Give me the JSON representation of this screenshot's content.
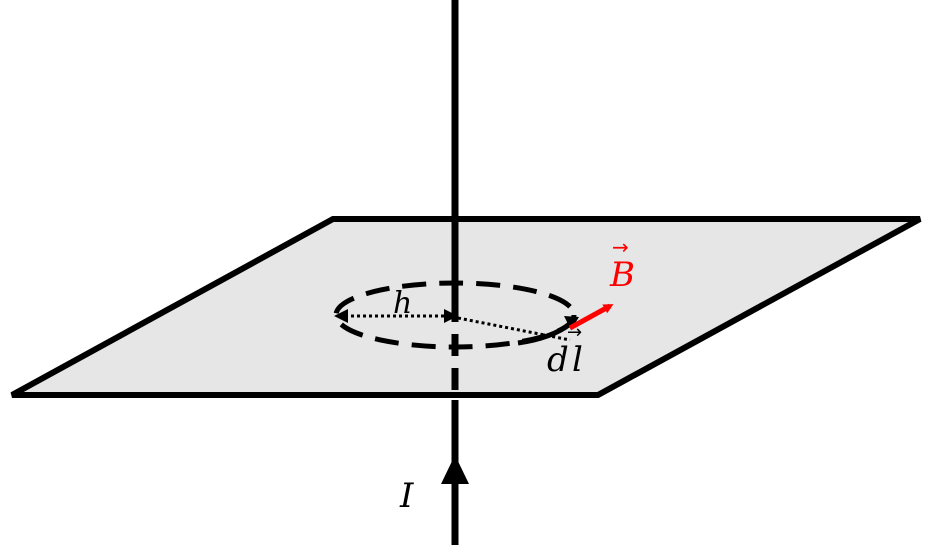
{
  "labels": {
    "h": "h",
    "d": "d",
    "l": "l",
    "B": "B",
    "I": "I"
  },
  "vector_arrow_glyph": "→",
  "colors": {
    "stroke": "#000000",
    "plane_fill": "#e6e6e6",
    "field_vector": "#ff0000"
  }
}
